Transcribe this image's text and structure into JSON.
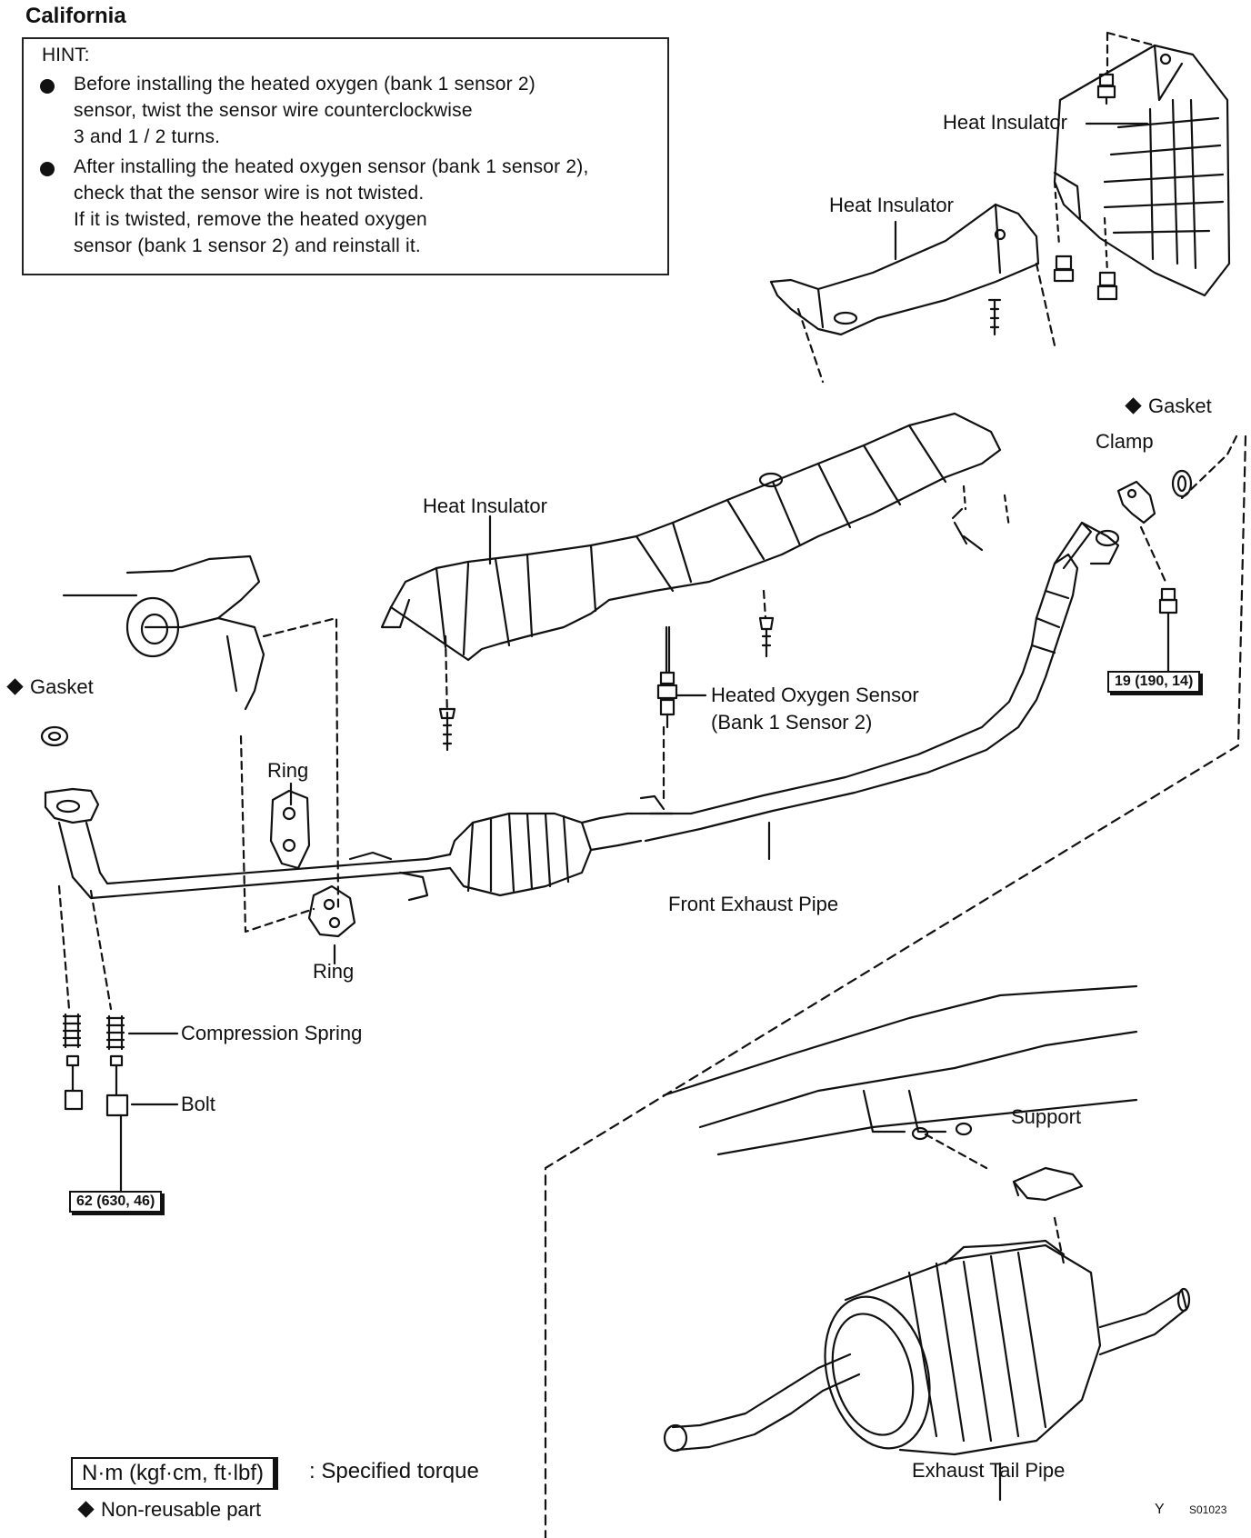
{
  "title": "California",
  "hint": {
    "heading": "HINT:",
    "lines": [
      "Before installing the heated oxygen (bank 1 sensor 2)",
      "sensor, twist the sensor wire counterclockwise",
      "3 and 1 / 2 turns.",
      "After installing the heated oxygen sensor (bank 1 sensor 2),",
      "check that the sensor wire is not twisted.",
      "If it is twisted, remove the heated oxygen",
      "sensor (bank 1 sensor 2) and reinstall it."
    ]
  },
  "labels": {
    "heat_insulator_top": "Heat Insulator",
    "heat_insulator_mid": "Heat Insulator",
    "heat_insulator_main": "Heat Insulator",
    "gasket_right": "Gasket",
    "clamp": "Clamp",
    "gasket_left": "Gasket",
    "heated_oxygen_sensor_1": "Heated Oxygen Sensor",
    "heated_oxygen_sensor_2": "(Bank 1 Sensor 2)",
    "ring_top": "Ring",
    "ring_bottom": "Ring",
    "front_exhaust_pipe": "Front Exhaust Pipe",
    "compression_spring": "Compression Spring",
    "bolt": "Bolt",
    "support": "Support",
    "exhaust_tail_pipe": "Exhaust Tail Pipe"
  },
  "torques": {
    "right": "19 (190, 14)",
    "left": "62 (630, 46)"
  },
  "legend": {
    "unit_box": "N·m (kgf·cm, ft·lbf)",
    "specified_torque": ": Specified torque",
    "non_reusable": "Non-reusable part"
  },
  "footer": {
    "mark": "Y",
    "code": "S01023"
  }
}
